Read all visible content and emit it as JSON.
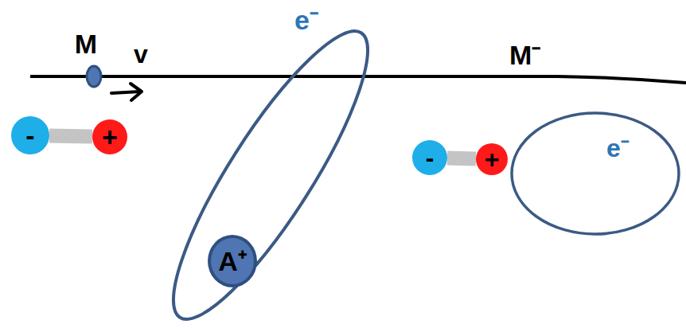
{
  "diagram": {
    "nodes": [
      {
        "text": [
          "M"
        ]
      },
      {
        "text": [
          "e⁻"
        ]
      },
      {
        "text": [
          "A⁺"
        ],
        "in": 1
      },
      {
        "text": [
          "-"
        ]
      },
      {
        "text": [
          "+"
        ]
      },
      {
        "text": [
          "-"
        ]
      },
      {
        "text": [
          "+"
        ]
      },
      {
        "text": [
          "e⁻"
        ]
      }
    ],
    "edges": [
      {
        "from": 3,
        "to": 4,
        "arrow": "none"
      },
      {
        "from": 5,
        "to": 6,
        "arrow": "none"
      }
    ],
    "labels": [
      "v",
      "M⁻"
    ]
  }
}
